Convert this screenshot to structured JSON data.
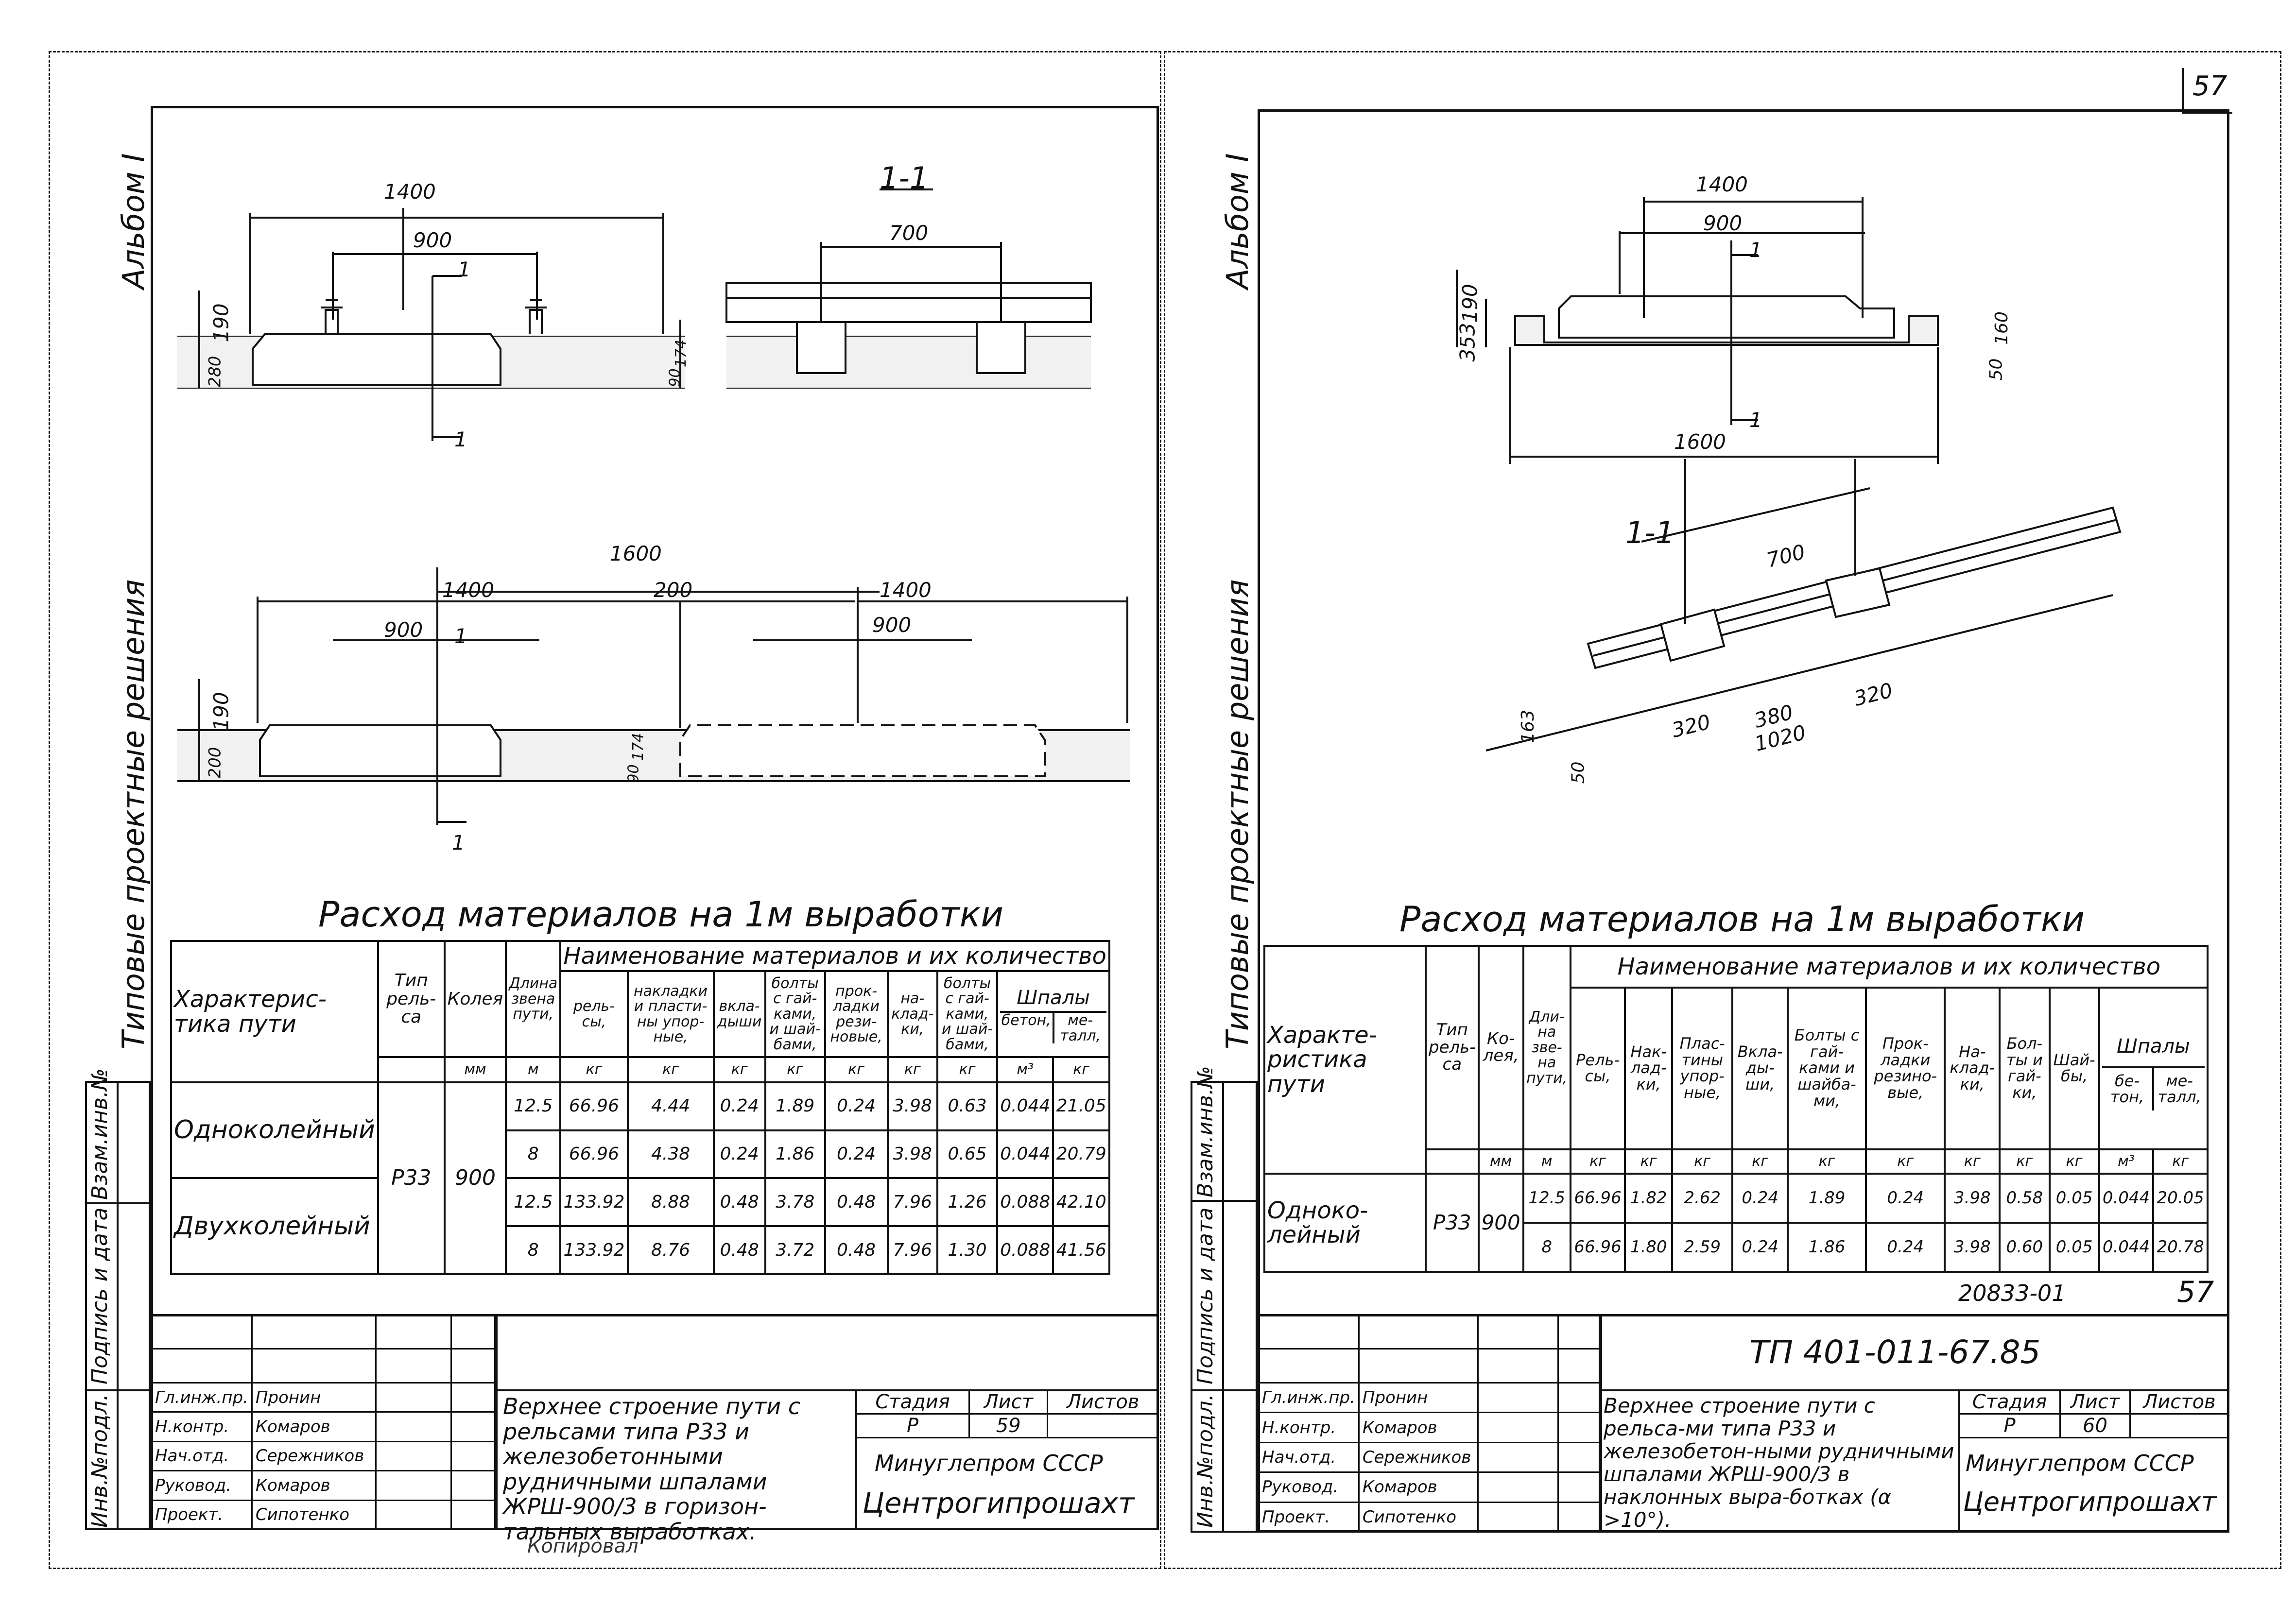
{
  "page_number": "57",
  "left": {
    "album": "Альбом I",
    "series": "Типовые проектные решения",
    "dims_top": [
      "1400",
      "900",
      "190",
      "280",
      "174",
      "90"
    ],
    "section_label": "1-1",
    "section_dims": [
      "700"
    ],
    "marker": "1",
    "dims_double": [
      "1600",
      "1400",
      "200",
      "1400",
      "900",
      "900",
      "190",
      "200",
      "174",
      "90"
    ],
    "table_title": "Расход материалов на 1м выработки",
    "table": {
      "h_char": "Характерис-тика пути",
      "h_type": "Тип рель-са",
      "h_gauge": "Колея",
      "h_len": "Длина звена пути,",
      "h_names": "Наименование материалов и их количество",
      "cols": [
        "рель-сы,",
        "накладки и пласти-ны упор-ные,",
        "вкла-дыши",
        "болты с гай-ками, и шай-бами,",
        "прок-ладки рези-новые,",
        "на-клад-ки,",
        "болты с гай-ками, и шай-бами,"
      ],
      "h_sleepers": "Шпалы",
      "sleeper_cols": [
        "бетон,",
        "ме-талл,"
      ],
      "units": [
        "мм",
        "м",
        "кг",
        "кг",
        "кг",
        "кг",
        "кг",
        "кг",
        "кг",
        "м³",
        "кг"
      ],
      "rail_type": "Р33",
      "gauge": "900",
      "groups": [
        {
          "label": "Одноколейный",
          "rows": [
            [
              "12.5",
              "66.96",
              "4.44",
              "0.24",
              "1.89",
              "0.24",
              "3.98",
              "0.63",
              "0.044",
              "21.05"
            ],
            [
              "8",
              "66.96",
              "4.38",
              "0.24",
              "1.86",
              "0.24",
              "3.98",
              "0.65",
              "0.044",
              "20.79"
            ]
          ]
        },
        {
          "label": "Двухколейный",
          "rows": [
            [
              "12.5",
              "133.92",
              "8.88",
              "0.48",
              "3.78",
              "0.48",
              "7.96",
              "1.26",
              "0.088",
              "42.10"
            ],
            [
              "8",
              "133.92",
              "8.76",
              "0.48",
              "3.72",
              "0.48",
              "7.96",
              "1.30",
              "0.088",
              "41.56"
            ]
          ]
        }
      ]
    },
    "stamp": {
      "roles": [
        "Гл.инж.пр.",
        "Н.контр.",
        "Нач.отд.",
        "Руковод.",
        "Проект."
      ],
      "names": [
        "Пронин",
        "Комаров",
        "Сережников",
        "Комаров",
        "Сипотенко"
      ],
      "title": "Верхнее строение пути с рельсами типа Р33 и железобетонными рудничными шпалами ЖРШ-900/3 в горизон-тальных выработках.",
      "h_stage": "Стадия",
      "h_sheet": "Лист",
      "h_sheets": "Листов",
      "stage": "Р",
      "sheet": "59",
      "org1": "Минуглепром СССР",
      "org2": "Центрогипрошахт",
      "side_labels": [
        "Инв.№подл.",
        "Подпись и дата",
        "Взам.инв.№"
      ]
    },
    "footer_note": "Копировал"
  },
  "right": {
    "album": "Альбом I",
    "series": "Типовые проектные решения",
    "dims_top": [
      "1400",
      "900",
      "190",
      "353",
      "160",
      "50",
      "1600"
    ],
    "marker": "1",
    "section_label": "1-1",
    "section_dims": [
      "700",
      "320",
      "380",
      "320",
      "1020",
      "163",
      "50"
    ],
    "table_title": "Расход материалов на 1м выработки",
    "table": {
      "h_char": "Характе-ристика пути",
      "h_type": "Тип рель-са",
      "h_gauge": "Ко-лея,",
      "h_len": "Дли-на зве-на пути,",
      "h_names": "Наименование материалов и их количество",
      "cols": [
        "Рель-сы,",
        "Нак-лад-ки,",
        "Плас-тины упор-ные,",
        "Вкла-ды-ши,",
        "Болты с гай-ками и шайба-ми,",
        "Прок-ладки резино-вые,",
        "На-клад-ки,",
        "Бол-ты и гай-ки,",
        "Шай-бы,"
      ],
      "h_sleepers": "Шпалы",
      "sleeper_cols": [
        "бе-тон,",
        "ме-талл,"
      ],
      "units": [
        "мм",
        "м",
        "кг",
        "кг",
        "кг",
        "кг",
        "кг",
        "кг",
        "кг",
        "кг",
        "кг",
        "м³",
        "кг"
      ],
      "rail_type": "Р33",
      "gauge": "900",
      "group_label": "Одноко-лейный",
      "rows": [
        [
          "12.5",
          "66.96",
          "1.82",
          "2.62",
          "0.24",
          "1.89",
          "0.24",
          "3.98",
          "0.58",
          "0.05",
          "0.044",
          "20.05"
        ],
        [
          "8",
          "66.96",
          "1.80",
          "2.59",
          "0.24",
          "1.86",
          "0.24",
          "3.98",
          "0.60",
          "0.05",
          "0.044",
          "20.78"
        ]
      ]
    },
    "doc_code": "20833-01",
    "sheet_no": "57",
    "project_code": "ТП 401-011-67.85",
    "stamp": {
      "roles": [
        "Гл.инж.пр.",
        "Н.контр.",
        "Нач.отд.",
        "Руковод.",
        "Проект."
      ],
      "names": [
        "Пронин",
        "Комаров",
        "Сережников",
        "Комаров",
        "Сипотенко"
      ],
      "title": "Верхнее строение пути с рельса-ми типа Р33 и железобетон-ными рудничными шпалами ЖРШ-900/3 в наклонных выра-ботках (α >10°).",
      "h_stage": "Стадия",
      "h_sheet": "Лист",
      "h_sheets": "Листов",
      "stage": "Р",
      "sheet": "60",
      "org1": "Минуглепром СССР",
      "org2": "Центрогипрошахт",
      "side_labels": [
        "Инв.№подл.",
        "Подпись и дата",
        "Взам.инв.№"
      ]
    }
  }
}
